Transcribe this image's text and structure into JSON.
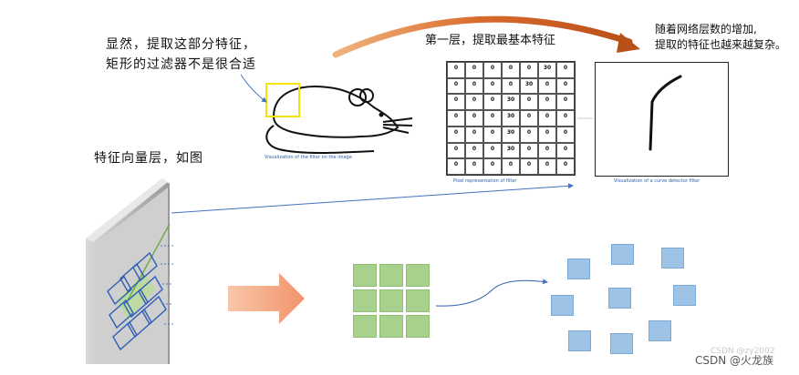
{
  "notes": {
    "left_line1": "显然，提取这部分特征，",
    "left_line2": "矩形的过滤器不是很合适",
    "middle": "第一层，提取最基本特征",
    "right_line1": "随着网络层数的增加,",
    "right_line2": "提取的特征也越来越复杂。",
    "feature_vector": "特征向量层，如图"
  },
  "captions": {
    "mouse": "Visualization of the filter on the image",
    "pixel": "Pixel representation of filter",
    "curve": "Visualization of a curve detector filter"
  },
  "pixel_grid": [
    [
      "0",
      "0",
      "0",
      "0",
      "0",
      "30",
      "0"
    ],
    [
      "0",
      "0",
      "0",
      "0",
      "30",
      "0",
      "0"
    ],
    [
      "0",
      "0",
      "0",
      "30",
      "0",
      "0",
      "0"
    ],
    [
      "0",
      "0",
      "0",
      "30",
      "0",
      "0",
      "0"
    ],
    [
      "0",
      "0",
      "0",
      "30",
      "0",
      "0",
      "0"
    ],
    [
      "0",
      "0",
      "0",
      "30",
      "0",
      "0",
      "0"
    ],
    [
      "0",
      "0",
      "0",
      "0",
      "0",
      "0",
      "0"
    ]
  ],
  "watermark": "CSDN @火龙族",
  "watermark_faint": "CSDN @zy2002",
  "colors": {
    "arc_orange": "#c65a1e",
    "arrow_fill": "#f4a582",
    "green_cell": "#a9d18e",
    "blue_square": "#9dc3e6",
    "highlight_box": "#f5e400",
    "connector_blue": "#4472c4"
  },
  "icons": {
    "mouse": "mouse-drawing-icon",
    "big_arrow": "right-arrow-icon",
    "arc_arrow": "curved-arrow-icon"
  }
}
